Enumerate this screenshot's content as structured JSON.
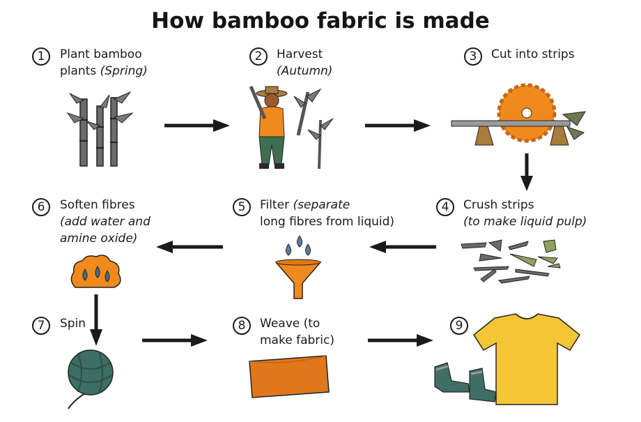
{
  "title": "How bamboo fabric is made",
  "steps": [
    {
      "number": "1",
      "text": "Plant bamboo plants ",
      "note": "(Spring)"
    },
    {
      "number": "2",
      "text": "Harvest",
      "note": "(Autumn)"
    },
    {
      "number": "3",
      "text": "Cut into strips",
      "note": ""
    },
    {
      "number": "4",
      "text": "Crush strips",
      "note": "(to make liquid pulp)"
    },
    {
      "number": "5",
      "text": "Filter ",
      "note": "(separate",
      "text2": "long fibres from liquid)"
    },
    {
      "number": "6",
      "text": "Soften fibres",
      "note": "(add water and amine oxide)"
    },
    {
      "number": "7",
      "text": "Spin",
      "note": ""
    },
    {
      "number": "8",
      "text": "Weave (to make fabric)",
      "note": ""
    },
    {
      "number": "9",
      "text": "",
      "note": ""
    }
  ],
  "colors": {
    "orange": "#f08a1c",
    "green": "#3f6e4f",
    "bamboo": "#555555",
    "arrow": "#1a1a1a"
  }
}
